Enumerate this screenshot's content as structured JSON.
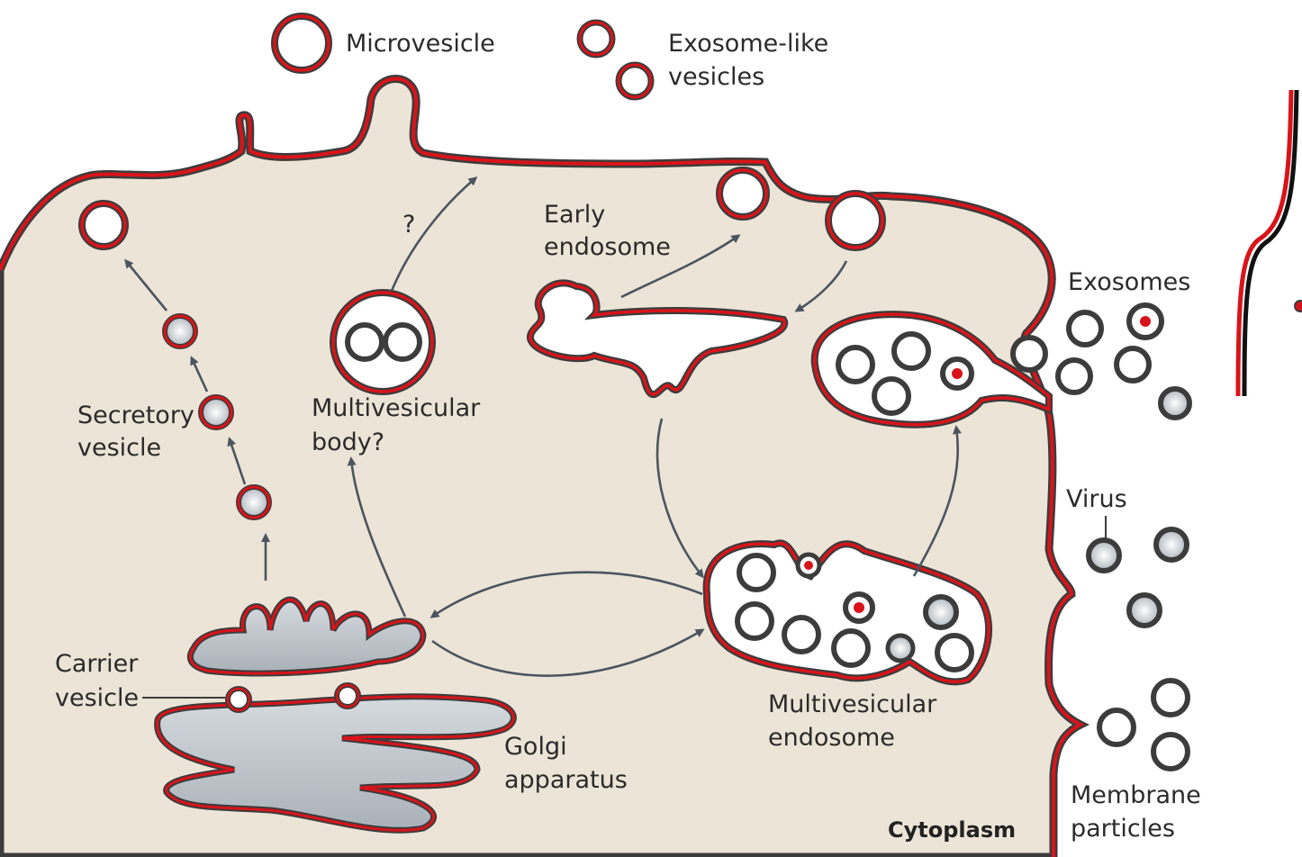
{
  "labels": {
    "microvesicle": "Microvesicle",
    "exosome_like_1": "Exosome-like",
    "exosome_like_2": "vesicles",
    "early_endosome_1": "Early",
    "early_endosome_2": "endosome",
    "question": "?",
    "exosomes": "Exosomes",
    "multivesicular_body_1": "Multivesicular",
    "multivesicular_body_2": "body?",
    "secretory_1": "Secretory",
    "secretory_2": "vesicle",
    "virus": "Virus",
    "carrier_1": "Carrier",
    "carrier_2": "vesicle",
    "golgi_1": "Golgi",
    "golgi_2": "apparatus",
    "mve_1": "Multivesicular",
    "mve_2": "endosome",
    "membrane_particles_1": "Membrane",
    "membrane_particles_2": "particles",
    "cytoplasm": "Cytoplasm"
  },
  "colors": {
    "cytoplasm": "#ece4d6",
    "membrane": "#d8141a",
    "membrane_outline": "#3c3c3c",
    "vesicle_fill": "#c9ced3",
    "golgi_fill": "#bfc5cb",
    "arrow": "#4a5560"
  }
}
